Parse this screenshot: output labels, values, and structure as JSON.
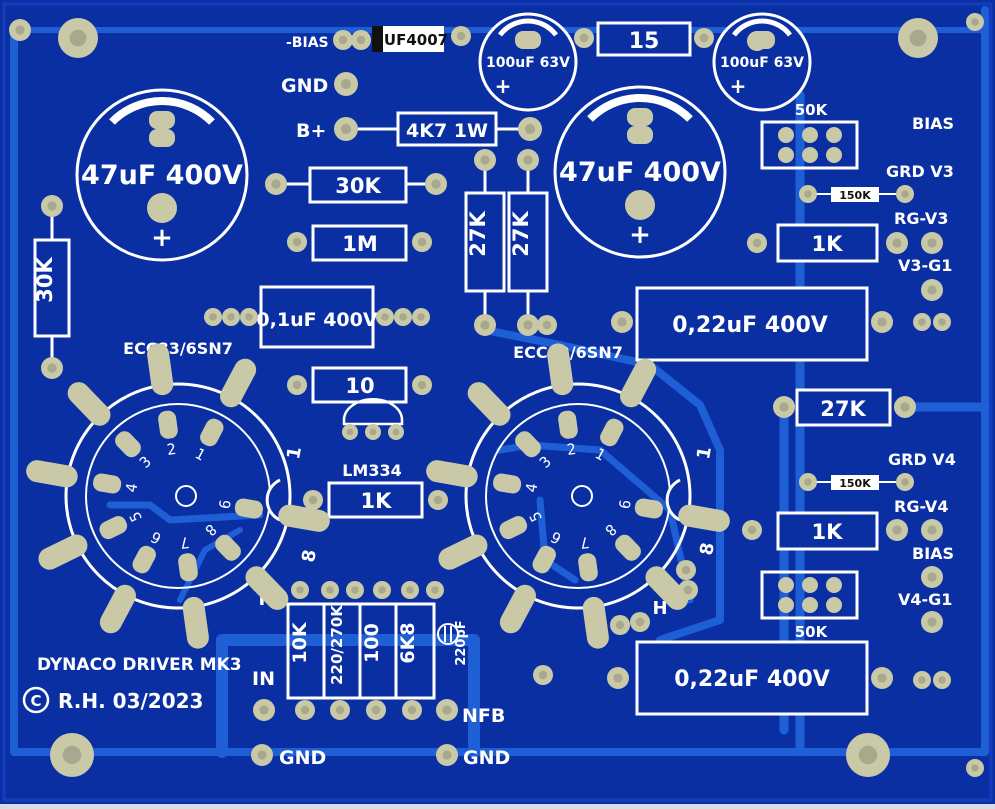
{
  "board": {
    "title": "DYNACO DRIVER MK3",
    "copyright": "R.H. 03/2023",
    "copyright_symbol": "C",
    "colors": {
      "substrate": "#0a2fa3",
      "trace": "#1e5fd6",
      "pad": "#c9c9a8",
      "hole": "#a8a88c",
      "silk": "#ffffff"
    }
  },
  "net_labels": {
    "bias_neg": "-BIAS",
    "gnd_top": "GND",
    "b_plus": "B+",
    "bias_r1": "BIAS",
    "grd_v3": "GRD V3",
    "rg_v3": "RG-V3",
    "v3_g1": "V3-G1",
    "grd_v4": "GRD V4",
    "rg_v4": "RG-V4",
    "bias_r2": "BIAS",
    "v4_g1": "V4-G1",
    "in": "IN",
    "nfb": "NFB",
    "gnd_b1": "GND",
    "gnd_b2": "GND"
  },
  "components": {
    "d1": "UF4007",
    "r15": "15",
    "c100a": "100uF 63V",
    "c100b": "100uF 63V",
    "c47a": "47uF 400V",
    "c47b": "47uF 400V",
    "r4k7": "4K7 1W",
    "r30k_h": "30K",
    "r30k_v": "30K",
    "r1m": "1M",
    "r27k_a": "27K",
    "r27k_b": "27K",
    "c01": "0,1uF 400V",
    "r10": "10",
    "lm334": "LM334",
    "r1k_mid": "1K",
    "pot_top": "50K",
    "pot_bot": "50K",
    "r150k_a": "150K",
    "r150k_b": "150K",
    "r1k_v3": "1K",
    "r1k_v4": "1K",
    "c022_top": "0,22uF 400V",
    "c022_bot": "0,22uF 400V",
    "r27k_right": "27K",
    "r10k": "10K",
    "r220": "220/270K",
    "r100": "100",
    "r6k8": "6K8",
    "c220p": "220pF",
    "plus": "+"
  },
  "tubes": {
    "left": {
      "name": "ECC83/6SN7",
      "heater": "H",
      "pin1": "1",
      "pin8": "8",
      "pins": [
        "1",
        "2",
        "3",
        "4",
        "5",
        "6",
        "7",
        "8",
        "9"
      ]
    },
    "right": {
      "name": "ECC82/6SN7",
      "heater": "H",
      "pin1": "1",
      "pin8": "8",
      "pins": [
        "1",
        "2",
        "3",
        "4",
        "5",
        "6",
        "7",
        "8",
        "9"
      ]
    }
  }
}
